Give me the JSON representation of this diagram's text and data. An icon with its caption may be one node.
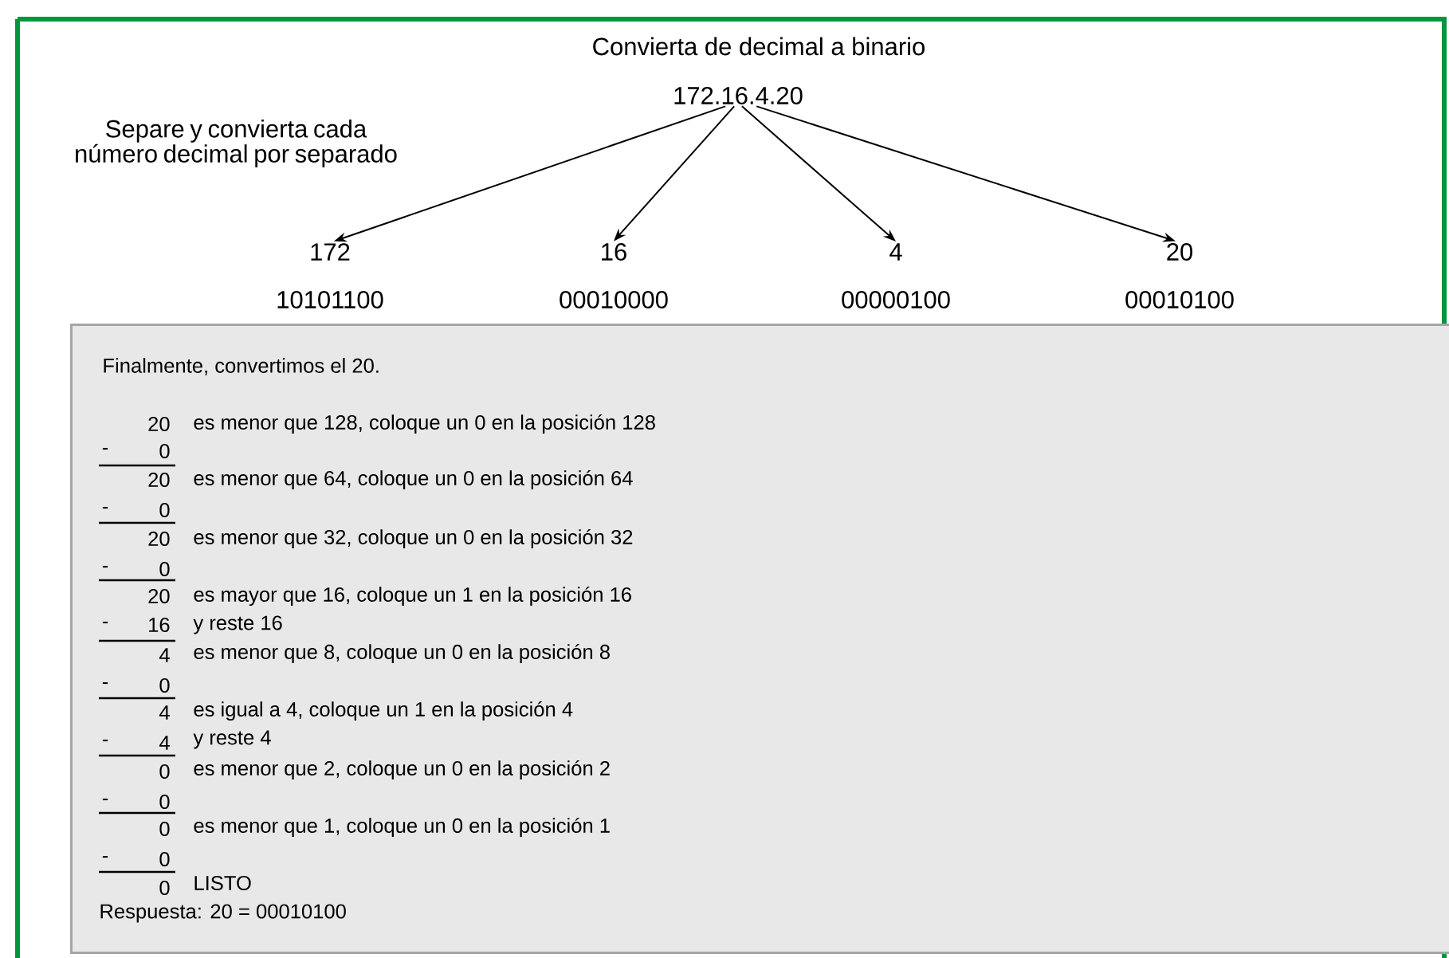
{
  "diagram": {
    "title": "Convierta de decimal a binario",
    "nodes": [
      {
        "text": [
          "172.16.4.20"
        ]
      },
      {
        "text": [
          "172"
        ],
        "beside": [
          "10101100"
        ]
      },
      {
        "text": [
          "16"
        ],
        "beside": [
          "00010000"
        ]
      },
      {
        "text": [
          "4"
        ],
        "beside": [
          "00000100"
        ]
      },
      {
        "text": [
          "20"
        ],
        "beside": [
          "00010100"
        ]
      },
      {
        "text": [
          "Finalmente, convertimos el 20.",
          "20",
          "es menor que 128, coloque un 0 en la posición 128",
          "-",
          "0",
          "20",
          "es menor que 64, coloque un 0 en la posición 64",
          "-",
          "0",
          "20",
          "es menor que 32, coloque un 0 en la posición 32",
          "-",
          "0",
          "20",
          "es mayor que 16, coloque un 1 en la posición 16",
          "-",
          "16",
          "y reste 16",
          "4",
          "es menor que 8, coloque un 0 en la posición 8",
          "-",
          "0",
          "4",
          "es igual a 4, coloque un 1 en la posición 4",
          "-",
          "4",
          "y reste 4",
          "0",
          "es menor que 2, coloque un 0 en la posición 2",
          "-",
          "0",
          "0",
          "es menor que 1, coloque un 0 en la posición 1",
          "-",
          "0",
          "0",
          "LISTO",
          "Respuesta: 20 = 00010100"
        ]
      }
    ],
    "edges": [
      {
        "from": 0,
        "to": 1,
        "arrow": "to"
      },
      {
        "from": 0,
        "to": 2,
        "arrow": "to"
      },
      {
        "from": 0,
        "to": 3,
        "arrow": "to"
      },
      {
        "from": 0,
        "to": 4,
        "arrow": "to"
      }
    ],
    "labels": [
      "Separe y convierta cada número decimal por separado"
    ]
  }
}
